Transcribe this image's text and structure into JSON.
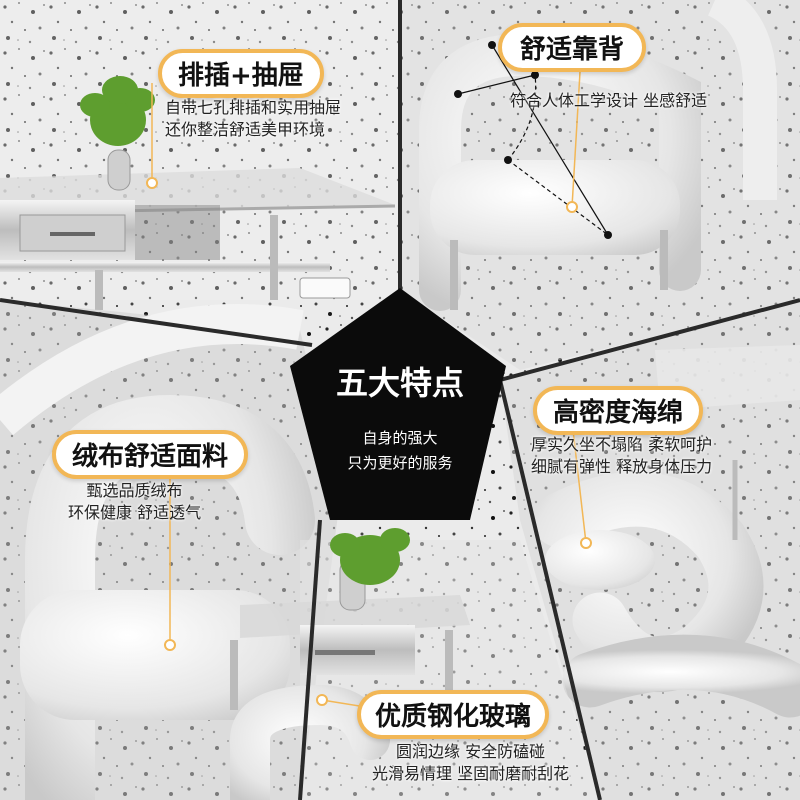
{
  "center": {
    "title": "五大特点",
    "subtitle_line1": "自身的强大",
    "subtitle_line2": "只为更好的服务"
  },
  "features": [
    {
      "title": "排插+抽屉",
      "line1": "自带七孔排插和实用抽屉",
      "line2": "还你整洁舒适美甲环境"
    },
    {
      "title": "舒适靠背",
      "line1": "符合人体工学设计 坐感舒适"
    },
    {
      "title": "绒布舒适面料",
      "line1": "甄选品质绒布",
      "line2": "环保健康 舒适透气"
    },
    {
      "title": "高密度海绵",
      "line1": "厚实久坐不塌陷 柔软呵护",
      "line2": "细腻有弹性 释放身体压力"
    },
    {
      "title": "优质钢化玻璃",
      "line1": "圆润边缘 安全防磕碰",
      "line2": "光滑易情理 坚固耐磨耐刮花"
    }
  ],
  "colors": {
    "accent": "#f2b756",
    "center_bg": "#0b0b0b",
    "divider": "#2a2a2a"
  }
}
